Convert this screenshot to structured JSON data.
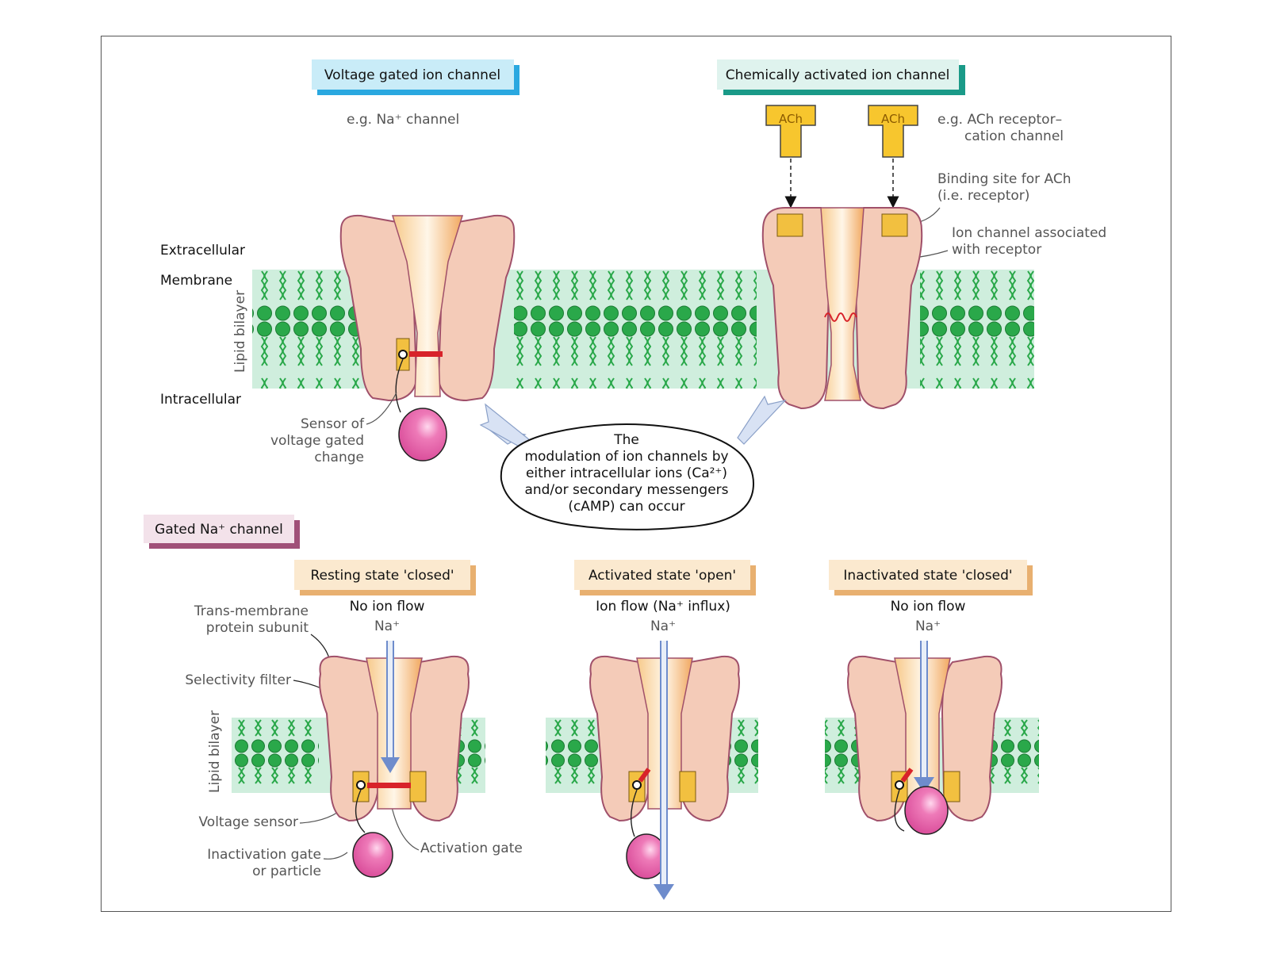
{
  "top": {
    "voltage_title": "Voltage gated ion channel",
    "voltage_example": "e.g. Na⁺ channel",
    "chem_title": "Chemically activated ion channel",
    "chem_example_1": "e.g. ACh receptor–",
    "chem_example_2": "cation channel",
    "ach_label": "ACh",
    "binding_site_1": "Binding site for ACh",
    "binding_site_2": "(i.e. receptor)",
    "assoc_1": "Ion channel associated",
    "assoc_2": "with receptor",
    "extracellular": "Extracellular",
    "membrane": "Membrane",
    "lipid_bilayer": "Lipid bilayer",
    "intracellular": "Intracellular",
    "sensor_1": "Sensor of",
    "sensor_2": "voltage gated",
    "sensor_3": "change",
    "bubble": [
      "The",
      "modulation of ion channels by",
      "either intracellular ions (Ca²⁺)",
      "and/or secondary messengers",
      "(cAMP) can occur"
    ]
  },
  "bottom": {
    "section_title": "Gated Na⁺ channel",
    "lipid_bilayer": "Lipid bilayer",
    "states": [
      {
        "title": "Resting state 'closed'",
        "flow": "No ion flow",
        "ion": "Na⁺"
      },
      {
        "title": "Activated state 'open'",
        "flow": "Ion flow (Na⁺ influx)",
        "ion": "Na⁺"
      },
      {
        "title": "Inactivated state 'closed'",
        "flow": "No ion flow",
        "ion": "Na⁺"
      }
    ],
    "labels": {
      "trans_1": "Trans-membrane",
      "trans_2": "protein subunit",
      "selectivity": "Selectivity filter",
      "voltage_sensor": "Voltage sensor",
      "inact_1": "Inactivation gate",
      "inact_2": "or particle",
      "activation_gate": "Activation gate"
    }
  },
  "colors": {
    "protein": "#f4cbb8",
    "protein_outline": "#a0506a",
    "lipid_head": "#2aa84a",
    "membrane_bg": "#cfeedd",
    "particle": "#e860a8",
    "gate": "#d8232a",
    "sensor": "#f2c040",
    "voltage_box": "#c9ecf8",
    "voltage_shadow": "#2aa8e0",
    "chem_box": "#dff3ee",
    "chem_shadow": "#1a9a88",
    "na_box": "#f3e2ea",
    "na_shadow": "#a05078",
    "state_box": "#fbe9cf",
    "state_shadow": "#e8b070"
  }
}
